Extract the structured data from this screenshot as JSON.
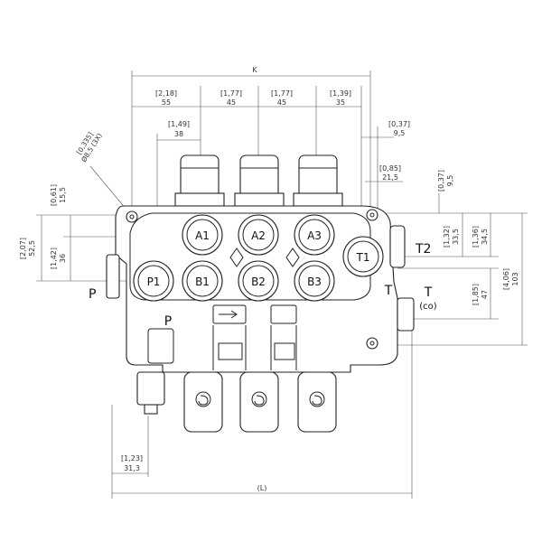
{
  "labels": {
    "top_overall": "K",
    "bottom_overall": "(L)",
    "ports": [
      "A1",
      "A2",
      "A3",
      "P1",
      "B1",
      "B2",
      "B3",
      "T1"
    ],
    "side_T2": "T2",
    "side_P": "P",
    "side_T": "T",
    "side_co": "(co)",
    "marker_T": "T",
    "marker_P": "P"
  },
  "dimensions": {
    "top_1_in": "[2,18]",
    "top_1_mm": "55",
    "top_2_in": "[1,77]",
    "top_2_mm": "45",
    "top_3_in": "[1,77]",
    "top_3_mm": "45",
    "top_4_in": "[1,39]",
    "top_4_mm": "35",
    "top_5_in": "[0,37]",
    "top_5_mm": "9,5",
    "mid_1_in": "[1,49]",
    "mid_1_mm": "38",
    "mid_2_in": "[0,85]",
    "mid_2_mm": "21,5",
    "hole_in": "[0,335]",
    "hole_mm": "Ø8,5 (3X)",
    "left_1_in": "[0,61]",
    "left_1_mm": "15,5",
    "left_2_in": "[2,07]",
    "left_2_mm": "52,5",
    "left_3_in": "[1,42]",
    "left_3_mm": "36",
    "right_1_in": "[0,37]",
    "right_1_mm": "9,5",
    "right_2_in": "[1,32]",
    "right_2_mm": "33,5",
    "right_3_in": "[1,36]",
    "right_3_mm": "34,5",
    "right_4_in": "[1,85]",
    "right_4_mm": "47",
    "right_5_in": "[4,06]",
    "right_5_mm": "103",
    "bottom_1_in": "[1,23]",
    "bottom_1_mm": "31,3"
  }
}
